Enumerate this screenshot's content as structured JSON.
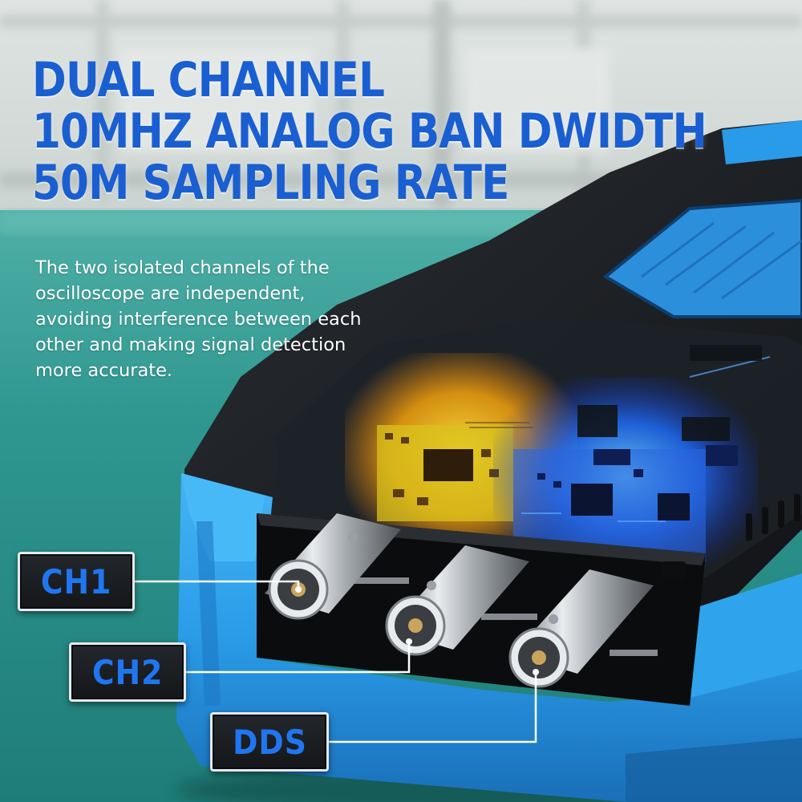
{
  "headline": {
    "line1": "DUAL CHANNEL",
    "line2": "10MHZ ANALOG BAN DWIDTH",
    "line3": "50M SAMPLING RATE"
  },
  "description": "The two isolated channels of the oscilloscope are independent, avoiding interference between each other and making signal detection more accurate.",
  "callouts": {
    "ch1": "CH1",
    "ch2": "CH2",
    "dds": "DDS"
  },
  "colors": {
    "headline_blue": "#1a5fd1",
    "label_blue": "#1f76f0",
    "device_blue": "#2a9be8",
    "backdrop_teal": "#2a8f8a"
  },
  "icons": {
    "connector": "bnc-connector-icon"
  }
}
